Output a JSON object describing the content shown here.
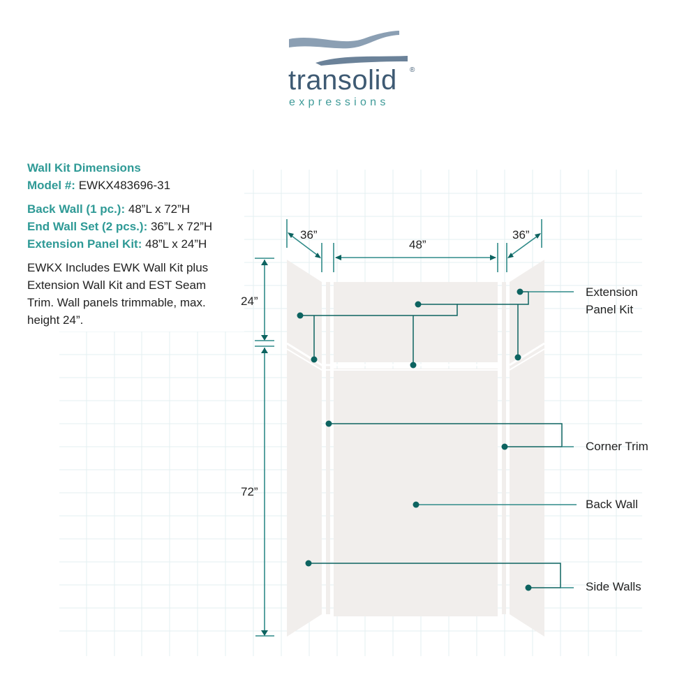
{
  "brand": {
    "name": "transolid",
    "registered_mark": "®",
    "tagline": "expressions",
    "colors": {
      "wordmark": "#3e5a73",
      "tagline": "#3e9a98",
      "wave_top": "#8b9fb3",
      "wave_bottom": "#6b8299"
    }
  },
  "specs": {
    "title": "Wall Kit Dimensions",
    "model_label": "Model #:",
    "model_value": "EWKX483696-31",
    "items": [
      {
        "label": "Back Wall (1 pc.):",
        "value": "48”L x 72”H"
      },
      {
        "label": "End Wall Set (2 pcs.):",
        "value": "36”L x 72”H"
      },
      {
        "label": "Extension Panel Kit:",
        "value": "48”L x 24”H"
      }
    ],
    "note": "EWKX Includes EWK Wall Kit plus Extension Wall Kit and EST Seam Trim. Wall panels trimmable, max. height 24”."
  },
  "dimensions": {
    "left_depth": "36”",
    "back_width": "48”",
    "right_depth": "36”",
    "extension_height": "24”",
    "wall_height": "72”"
  },
  "callouts": [
    {
      "label_line1": "Extension",
      "label_line2": "Panel Kit"
    },
    {
      "label_line1": "Corner Trim"
    },
    {
      "label_line1": "Back Wall"
    },
    {
      "label_line1": "Side Walls"
    }
  ],
  "style_colors": {
    "accent": "#2f9a96",
    "leader": "#0d6360",
    "panel": "#f1eeec",
    "grid": "#e3eff0"
  }
}
